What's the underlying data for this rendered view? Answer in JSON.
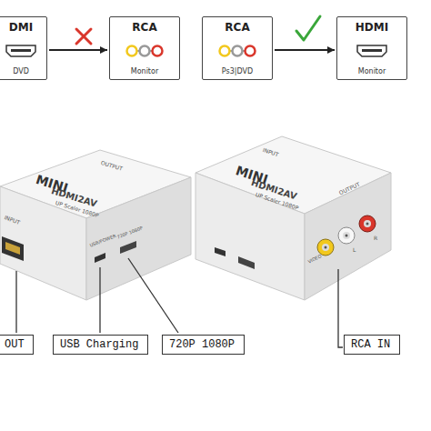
{
  "diagram": {
    "nodes": [
      {
        "text": [
          "DMI",
          "DVD"
        ]
      },
      {
        "text": [
          "RCA",
          "Monitor"
        ]
      },
      {
        "text": [
          "RCA",
          "Ps3|DVD"
        ]
      },
      {
        "text": [
          "HDMI",
          "Monitor"
        ]
      },
      {
        "text": [
          "OUT"
        ]
      },
      {
        "text": [
          "USB Charging"
        ]
      },
      {
        "text": [
          "720P 1080P"
        ]
      },
      {
        "text": [
          "RCA IN"
        ]
      }
    ],
    "edges": [
      {
        "from": 0,
        "to": 1,
        "arrow": "to"
      },
      {
        "from": 2,
        "to": 3,
        "arrow": "to"
      }
    ],
    "labels": [
      "INPUT",
      "MINI",
      "HDMI2AV",
      "UP Scaler 1080P",
      "OUTPUT",
      "USB/POWER",
      "720P 1080P",
      "INPUT",
      "MINI",
      "HDMI2AV",
      "UP Scaler 1080P",
      "OUTPUT",
      "VIDEO",
      "L",
      "R"
    ]
  }
}
